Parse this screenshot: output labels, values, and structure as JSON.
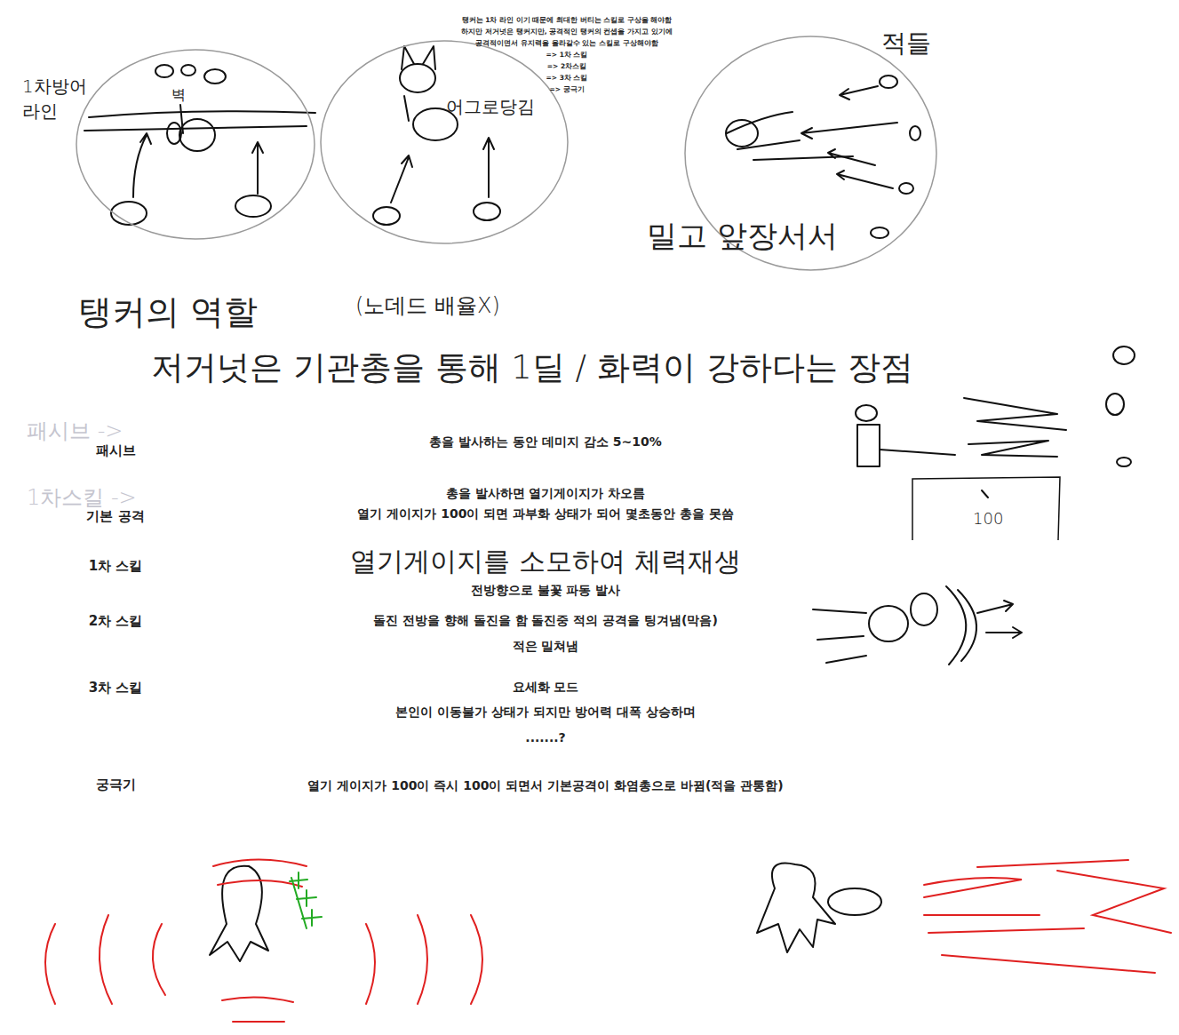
{
  "diagram": {
    "nodes": [
      {
        "text": [
          "1차방어 라인",
          "벽"
        ]
      },
      {
        "text": [
          "어그로당김"
        ]
      },
      {
        "text": [
          "적들",
          "밀고 앞장서서"
        ]
      },
      {
        "text": [
          "100"
        ]
      }
    ],
    "labels": [
      "탱커는 1차 라인 이기 때문에 최대한 버티는 스킬로 구상을 해야함",
      "하지만 저거넛은 탱커지만, 공격적인 탱커의 컨셉을 가지고 있기에",
      "공격적이면서 유지력을 올라갈수 있는 스킬로 구상해야함",
      "=> 1차 스킬",
      "=> 2차스킬",
      "=> 3차 스킬",
      "=> 궁극기",
      "탱커의 역할",
      "(노데드 배율X)",
      "저거넛은 기관총을 통해 1딜 / 화력이 강하다는 장점",
      "패시브 ->",
      "1차스킬 ->",
      "패시브",
      "총을 발사하는 동안 데미지 감소 5~10%",
      "기본 공격",
      "총을 발사하면 열기게이지가 차오름",
      "열기 게이지가 100이 되면 과부화 상태가 되어 몇초동안 총을 못씀",
      "1차 스킬",
      "열기게이지를 소모하여 체력재생",
      "전방향으로 불꽃 파동 발사",
      "2차 스킬",
      "돌진 전방을 향해 돌진을 함 돌진중 적의 공격을 팅겨냄(막음)",
      "적은 밀쳐냄",
      "3차 스킬",
      "요세화 모드",
      "본인이 이동불가 상태가 되지만 방어력 대폭 상승하며",
      ".......?",
      "궁극기",
      "열기 게이지가 100이 즉시 100이 되면서 기본공격이 화염총으로 바뀜(적을 관통함)"
    ]
  }
}
